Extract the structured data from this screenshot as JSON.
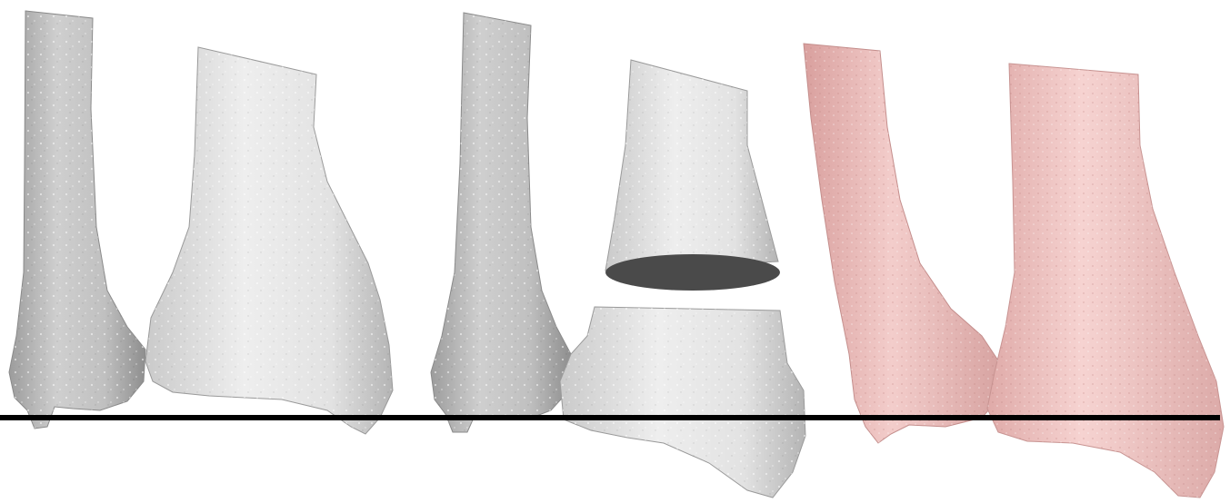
{
  "scene": {
    "description_kind": "3d-bone-renderings",
    "panels": [
      {
        "id": "intact",
        "fibula_color": "#c4c4c4",
        "tibia_color": "#dcdcdc"
      },
      {
        "id": "osteotomy",
        "fibula_color": "#c4c4c4",
        "tibia_color": "#dcdcdc",
        "cut_face_color": "#4a4a4a"
      },
      {
        "id": "reconstructed",
        "fibula_color": "#e8b8b6",
        "tibia_color": "#f0c6c4"
      }
    ],
    "reference_line_color": "#000000",
    "background_color": "#ffffff"
  }
}
